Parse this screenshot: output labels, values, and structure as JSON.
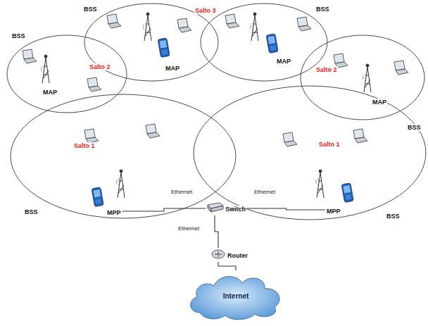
{
  "diagram": {
    "nodes": [
      {
        "text": [
          "MPP"
        ]
      },
      {
        "text": [
          "MPP"
        ]
      },
      {
        "text": [
          "Switch"
        ]
      },
      {
        "text": [
          "Router"
        ]
      },
      {
        "text": [
          "Internet"
        ]
      }
    ],
    "edges": [
      {
        "from": 0,
        "to": 2,
        "label": "Ethernet",
        "arrow": "none"
      },
      {
        "from": 1,
        "to": 2,
        "label": "Ethernet",
        "arrow": "none"
      },
      {
        "from": 2,
        "to": 3,
        "label": "Ethernet",
        "arrow": "none"
      },
      {
        "from": 3,
        "to": 4,
        "arrow": "none"
      }
    ],
    "labels": [
      "BSS",
      "BSS",
      "BSS",
      "BSS",
      "BSS",
      "BSS",
      "MAP",
      "MAP",
      "MAP",
      "MAP",
      "Salto 3",
      "Salto 2",
      "Salto 2",
      "Salto 1",
      "Salto 1"
    ]
  }
}
